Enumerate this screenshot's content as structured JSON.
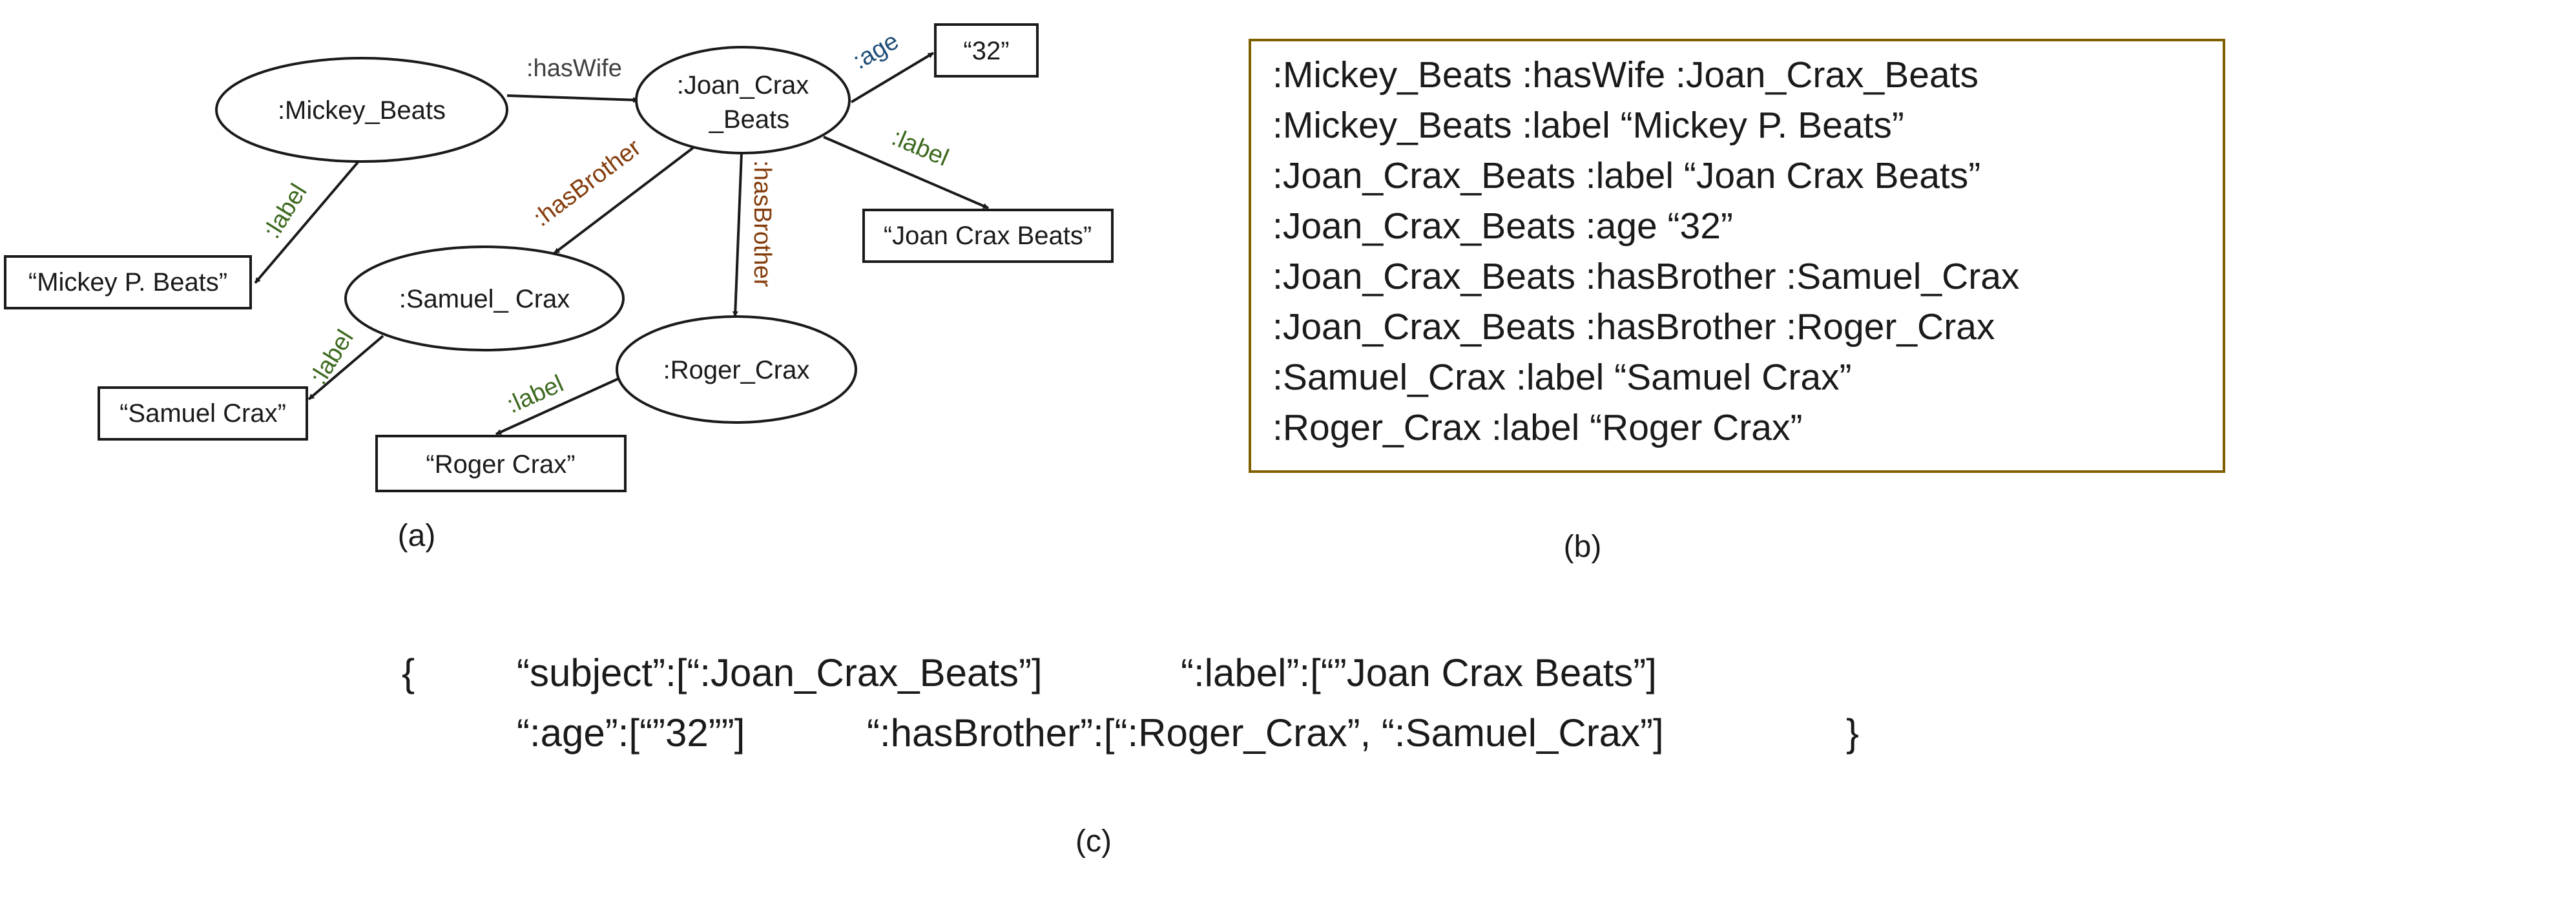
{
  "panel_a": {
    "caption": "(a)",
    "nodes": [
      {
        "id": "mickey",
        "label": ":Mickey_Beats"
      },
      {
        "id": "joan",
        "label_line1": ":Joan_Crax",
        "label_line2": "_Beats"
      },
      {
        "id": "samuel",
        "label": ":Samuel_ Crax"
      },
      {
        "id": "roger",
        "label": ":Roger_Crax"
      }
    ],
    "literals": [
      {
        "id": "mickey_label",
        "text": "“Mickey P. Beats”"
      },
      {
        "id": "age_value",
        "text": "“32”"
      },
      {
        "id": "joan_label",
        "text": "“Joan Crax Beats”"
      },
      {
        "id": "samuel_label",
        "text": "“Samuel Crax”"
      },
      {
        "id": "roger_label",
        "text": "“Roger Crax”"
      }
    ],
    "edges": [
      {
        "id": "e_haswife",
        "label": ":hasWife",
        "color": "#404040"
      },
      {
        "id": "e_mickey_label",
        "label": ":label",
        "color": "#3d6a1f"
      },
      {
        "id": "e_age",
        "label": ":age",
        "color": "#1f4e79"
      },
      {
        "id": "e_joan_label",
        "label": ":label",
        "color": "#3d6a1f"
      },
      {
        "id": "e_hasbrother_samuel",
        "label": ":hasBrother",
        "color": "#843c0c"
      },
      {
        "id": "e_hasbrother_roger",
        "label": ":hasBrother",
        "color": "#843c0c"
      },
      {
        "id": "e_samuel_label",
        "label": ":label",
        "color": "#3d6a1f"
      },
      {
        "id": "e_roger_label",
        "label": ":label",
        "color": "#3d6a1f"
      }
    ]
  },
  "panel_b": {
    "caption": "(b)",
    "border_color": "#7f6000",
    "triples": [
      ":Mickey_Beats :hasWife :Joan_Crax_Beats",
      ":Mickey_Beats :label “Mickey P. Beats”",
      ":Joan_Crax_Beats :label “Joan Crax Beats”",
      ":Joan_Crax_Beats :age “32”",
      ":Joan_Crax_Beats :hasBrother :Samuel_Crax",
      ":Joan_Crax_Beats :hasBrother :Roger_Crax",
      ":Samuel_Crax :label “Samuel Crax”",
      ":Roger_Crax :label “Roger Crax”"
    ]
  },
  "panel_c": {
    "caption": "(c)",
    "open_brace": "{",
    "line1_subject": "“subject”:[“:Joan_Crax_Beats”]",
    "line1_label": "“:label”:[“”Joan Crax Beats”]",
    "line2_age": "“:age”:[“”32””]",
    "line2_brother": "“:hasBrother”:[“:Roger_Crax”, “:Samuel_Crax”]",
    "close_brace": "}"
  }
}
